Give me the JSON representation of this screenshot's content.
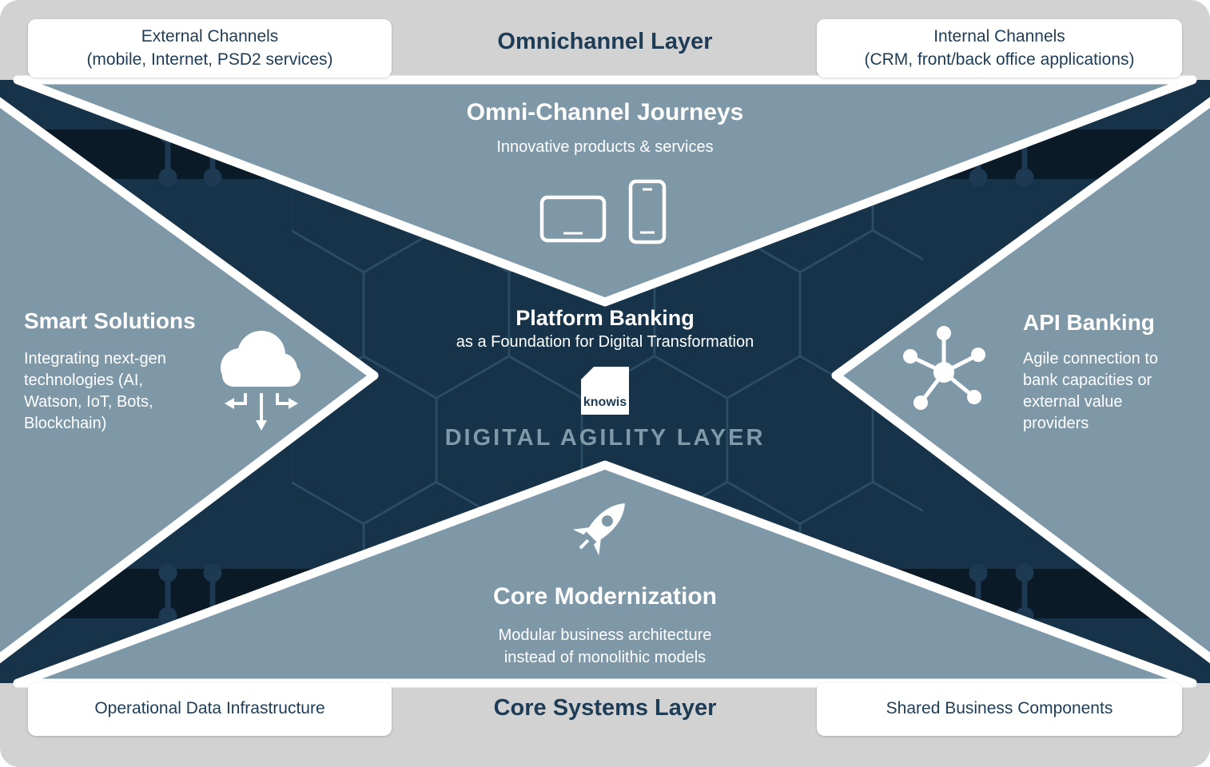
{
  "colors": {
    "bar_gray": "#d2d2d2",
    "navy": "#16334a",
    "dark_stripe": "#0a1a27",
    "wedge_blue_gray": "#7e98a8",
    "text_navy": "#1e3c55",
    "hex_line": "#2b4d64",
    "agility_accent": "#7f99a9",
    "white": "#ffffff"
  },
  "omnichannel": {
    "title": "Omnichannel Layer",
    "external_box": {
      "line1": "External Channels",
      "line2": "(mobile, Internet, PSD2 services)"
    },
    "internal_box": {
      "line1": "Internal Channels",
      "line2": "(CRM, front/back office applications)"
    }
  },
  "core_systems": {
    "title": "Core Systems Layer",
    "left_box": "Operational Data Infrastructure",
    "right_box": "Shared Business Components"
  },
  "journeys": {
    "title": "Omni-Channel Journeys",
    "subtitle": "Innovative products & services"
  },
  "smart_solutions": {
    "title": "Smart Solutions",
    "body": "Integrating next-gen technologies (AI, Watson, IoT, Bots, Blockchain)"
  },
  "api_banking": {
    "title": "API Banking",
    "body": "Agile connection to bank capacities or external value providers"
  },
  "core_modernization": {
    "title": "Core Modernization",
    "line1": "Modular business architecture",
    "line2": "instead of monolithic models"
  },
  "center": {
    "title": "Platform Banking",
    "subtitle": "as a Foundation for Digital Transformation",
    "logo": "knowis",
    "layer": "DIGITAL AGILITY LAYER"
  }
}
